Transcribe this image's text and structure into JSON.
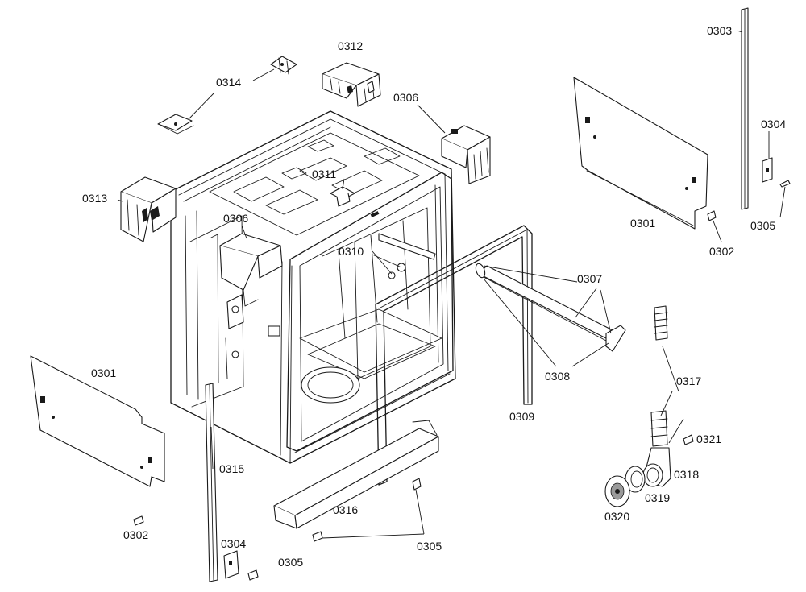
{
  "labels": {
    "l0303": "0303",
    "l0312": "0312",
    "l0314": "0314",
    "l0306a": "0306",
    "l0304a": "0304",
    "l0311": "0311",
    "l0313": "0313",
    "l0306b": "0306",
    "l0301a": "0301",
    "l0305a": "0305",
    "l0302a": "0302",
    "l0310": "0310",
    "l0307": "0307",
    "l0301b": "0301",
    "l0308": "0308",
    "l0317": "0317",
    "l0309": "0309",
    "l0321": "0321",
    "l0315": "0315",
    "l0318": "0318",
    "l0319": "0319",
    "l0316": "0316",
    "l0320": "0320",
    "l0302b": "0302",
    "l0304b": "0304",
    "l0305b": "0305",
    "l0305c": "0305"
  }
}
